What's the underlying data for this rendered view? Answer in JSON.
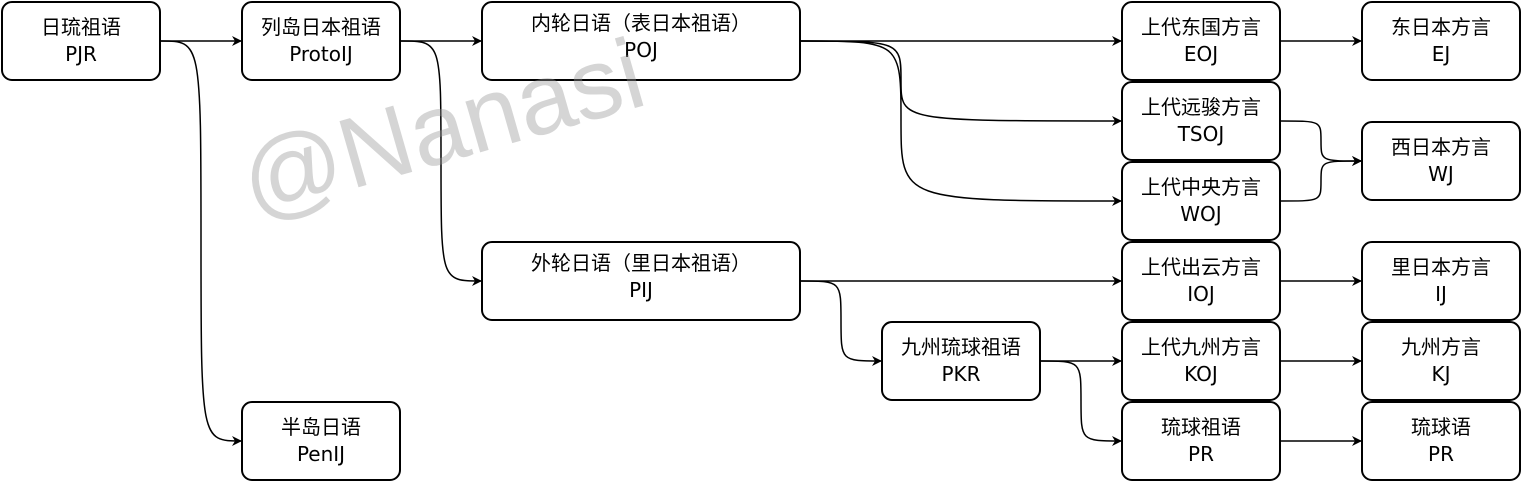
{
  "nodes": {
    "pjr": {
      "name": "日琉祖语",
      "code": "PJR"
    },
    "protoij": {
      "name": "列岛日本祖语",
      "code": "ProtoIJ"
    },
    "penij": {
      "name": "半岛日语",
      "code": "PenIJ"
    },
    "poj": {
      "name": "内轮日语（表日本祖语）",
      "code": "POJ"
    },
    "pij": {
      "name": "外轮日语（里日本祖语）",
      "code": "PIJ"
    },
    "pkr": {
      "name": "九州琉球祖语",
      "code": "PKR"
    },
    "eoj": {
      "name": "上代东国方言",
      "code": "EOJ"
    },
    "tsoj": {
      "name": "上代远骏方言",
      "code": "TSOJ"
    },
    "woj": {
      "name": "上代中央方言",
      "code": "WOJ"
    },
    "ioj": {
      "name": "上代出云方言",
      "code": "IOJ"
    },
    "koj": {
      "name": "上代九州方言",
      "code": "KOJ"
    },
    "pr": {
      "name": "琉球祖语",
      "code": "PR"
    },
    "ej": {
      "name": "东日本方言",
      "code": "EJ"
    },
    "wj": {
      "name": "西日本方言",
      "code": "WJ"
    },
    "ij": {
      "name": "里日本方言",
      "code": "IJ"
    },
    "kj": {
      "name": "九州方言",
      "code": "KJ"
    },
    "r": {
      "name": "琉球语",
      "code": "PR"
    }
  },
  "edges": [
    {
      "from": "pjr",
      "to": "protoij"
    },
    {
      "from": "pjr",
      "to": "penij"
    },
    {
      "from": "protoij",
      "to": "poj"
    },
    {
      "from": "protoij",
      "to": "pij"
    },
    {
      "from": "poj",
      "to": "eoj"
    },
    {
      "from": "poj",
      "to": "tsoj"
    },
    {
      "from": "poj",
      "to": "woj"
    },
    {
      "from": "pij",
      "to": "ioj"
    },
    {
      "from": "pij",
      "to": "pkr"
    },
    {
      "from": "pkr",
      "to": "koj"
    },
    {
      "from": "pkr",
      "to": "pr"
    },
    {
      "from": "eoj",
      "to": "ej"
    },
    {
      "from": "tsoj",
      "to": "wj"
    },
    {
      "from": "woj",
      "to": "wj"
    },
    {
      "from": "ioj",
      "to": "ij"
    },
    {
      "from": "koj",
      "to": "kj"
    },
    {
      "from": "pr",
      "to": "r"
    }
  ],
  "watermark": "@Nanasi",
  "colors": {
    "stroke": "#000000",
    "fill": "#ffffff",
    "watermark": "#969696"
  }
}
